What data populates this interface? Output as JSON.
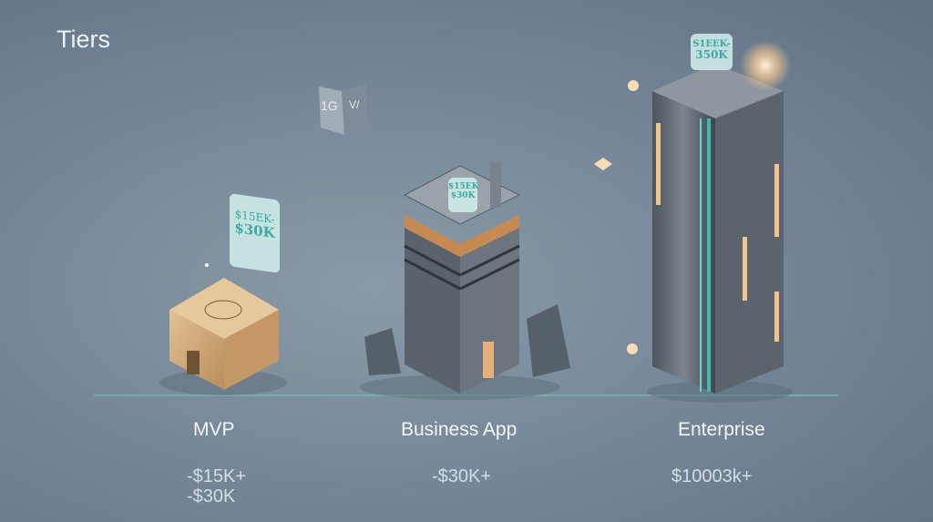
{
  "title": "Tiers",
  "tiers": [
    {
      "name": "MVP",
      "price_line1": "-$15K+",
      "price_line2": "-$30K",
      "tag_line1": "$15EK-",
      "tag_line2": "$30K"
    },
    {
      "name": "Business App",
      "price_line1": "-$30K+",
      "tag_line1": "$15EK",
      "tag_line2": "$30K"
    },
    {
      "name": "Enterprise",
      "price_line1": "$10003k+",
      "tag_line1": "S1EEK-",
      "tag_line2": "350K"
    }
  ],
  "floating_cube": {
    "face1": "1G",
    "face2": "V/"
  },
  "colors": {
    "accent": "#3fb8b0",
    "glow": "#f6d7a8",
    "background": "#76889a"
  }
}
